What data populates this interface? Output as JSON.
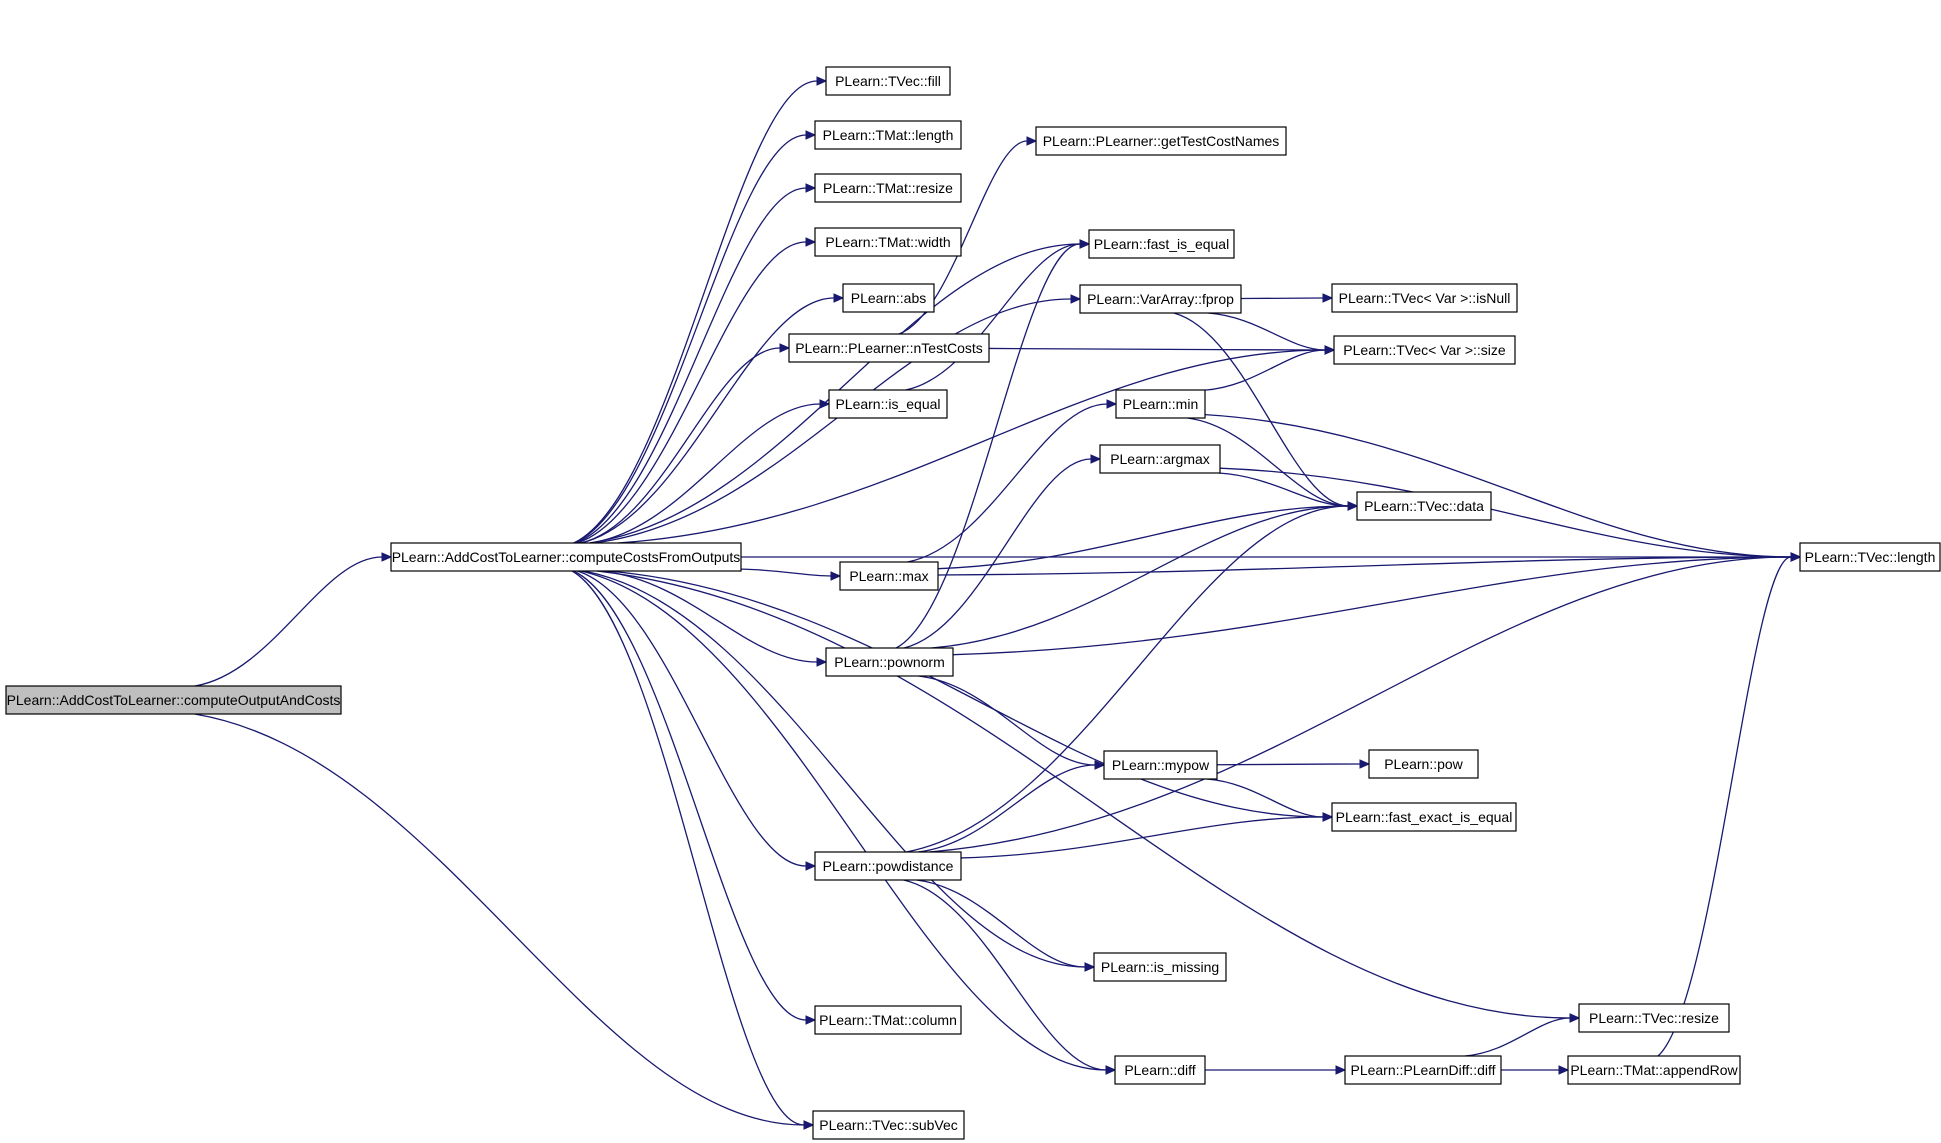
{
  "nodes": [
    {
      "id": "root",
      "label": "PLearn::AddCostToLearner::computeOutputAndCosts",
      "root": true
    },
    {
      "id": "ccfo",
      "label": "PLearn::AddCostToLearner::computeCostsFromOutputs"
    },
    {
      "id": "fill",
      "label": "PLearn::TVec::fill"
    },
    {
      "id": "tmat_length",
      "label": "PLearn::TMat::length"
    },
    {
      "id": "tmat_resize",
      "label": "PLearn::TMat::resize"
    },
    {
      "id": "tmat_width",
      "label": "PLearn::TMat::width"
    },
    {
      "id": "abs",
      "label": "PLearn::abs"
    },
    {
      "id": "ntestcosts",
      "label": "PLearn::PLearner::nTestCosts"
    },
    {
      "id": "is_equal",
      "label": "PLearn::is_equal"
    },
    {
      "id": "max",
      "label": "PLearn::max"
    },
    {
      "id": "pownorm",
      "label": "PLearn::pownorm"
    },
    {
      "id": "powdistance",
      "label": "PLearn::powdistance"
    },
    {
      "id": "column",
      "label": "PLearn::TMat::column"
    },
    {
      "id": "subvec",
      "label": "PLearn::TVec::subVec"
    },
    {
      "id": "gettestcostnames",
      "label": "PLearn::PLearner::getTestCostNames"
    },
    {
      "id": "fast_is_equal",
      "label": "PLearn::fast_is_equal"
    },
    {
      "id": "fprop",
      "label": "PLearn::VarArray::fprop"
    },
    {
      "id": "min",
      "label": "PLearn::min"
    },
    {
      "id": "argmax",
      "label": "PLearn::argmax"
    },
    {
      "id": "mypow",
      "label": "PLearn::mypow"
    },
    {
      "id": "is_missing",
      "label": "PLearn::is_missing"
    },
    {
      "id": "diff",
      "label": "PLearn::diff"
    },
    {
      "id": "isnull",
      "label": "PLearn::TVec< Var >::isNull"
    },
    {
      "id": "var_size",
      "label": "PLearn::TVec< Var >::size"
    },
    {
      "id": "tvec_data",
      "label": "PLearn::TVec::data"
    },
    {
      "id": "pow",
      "label": "PLearn::pow"
    },
    {
      "id": "fast_exact_is_equal",
      "label": "PLearn::fast_exact_is_equal"
    },
    {
      "id": "plearndiff",
      "label": "PLearn::PLearnDiff::diff"
    },
    {
      "id": "tvec_resize",
      "label": "PLearn::TVec::resize"
    },
    {
      "id": "appendrow",
      "label": "PLearn::TMat::appendRow"
    },
    {
      "id": "tvec_length",
      "label": "PLearn::TVec::length"
    }
  ],
  "edges": [
    {
      "from": "root",
      "to": "ccfo"
    },
    {
      "from": "root",
      "to": "subvec"
    },
    {
      "from": "ccfo",
      "to": "tvec_length"
    },
    {
      "from": "ccfo",
      "to": "fill"
    },
    {
      "from": "ccfo",
      "to": "tmat_length"
    },
    {
      "from": "ccfo",
      "to": "tmat_resize"
    },
    {
      "from": "ccfo",
      "to": "tmat_width"
    },
    {
      "from": "ccfo",
      "to": "abs"
    },
    {
      "from": "ccfo",
      "to": "ntestcosts"
    },
    {
      "from": "ccfo",
      "to": "is_equal"
    },
    {
      "from": "ccfo",
      "to": "fast_is_equal"
    },
    {
      "from": "ccfo",
      "to": "fprop"
    },
    {
      "from": "ccfo",
      "to": "var_size"
    },
    {
      "from": "ccfo",
      "to": "max"
    },
    {
      "from": "ccfo",
      "to": "pownorm"
    },
    {
      "from": "ccfo",
      "to": "fast_exact_is_equal"
    },
    {
      "from": "ccfo",
      "to": "powdistance"
    },
    {
      "from": "ccfo",
      "to": "is_missing"
    },
    {
      "from": "ccfo",
      "to": "tvec_resize"
    },
    {
      "from": "ccfo",
      "to": "column"
    },
    {
      "from": "ccfo",
      "to": "diff"
    },
    {
      "from": "ccfo",
      "to": "subvec"
    },
    {
      "from": "ntestcosts",
      "to": "gettestcostnames"
    },
    {
      "from": "ntestcosts",
      "to": "var_size"
    },
    {
      "from": "is_equal",
      "to": "fast_is_equal"
    },
    {
      "from": "fprop",
      "to": "isnull"
    },
    {
      "from": "fprop",
      "to": "var_size"
    },
    {
      "from": "fprop",
      "to": "tvec_data"
    },
    {
      "from": "min",
      "to": "var_size"
    },
    {
      "from": "min",
      "to": "tvec_data"
    },
    {
      "from": "min",
      "to": "tvec_length"
    },
    {
      "from": "argmax",
      "to": "tvec_data"
    },
    {
      "from": "argmax",
      "to": "tvec_length"
    },
    {
      "from": "max",
      "to": "min"
    },
    {
      "from": "max",
      "to": "tvec_data"
    },
    {
      "from": "max",
      "to": "tvec_length"
    },
    {
      "from": "pownorm",
      "to": "argmax"
    },
    {
      "from": "pownorm",
      "to": "tvec_data"
    },
    {
      "from": "pownorm",
      "to": "tvec_length"
    },
    {
      "from": "pownorm",
      "to": "mypow"
    },
    {
      "from": "pownorm",
      "to": "fast_is_equal"
    },
    {
      "from": "mypow",
      "to": "pow"
    },
    {
      "from": "mypow",
      "to": "fast_exact_is_equal"
    },
    {
      "from": "powdistance",
      "to": "mypow"
    },
    {
      "from": "powdistance",
      "to": "fast_exact_is_equal"
    },
    {
      "from": "powdistance",
      "to": "tvec_data"
    },
    {
      "from": "powdistance",
      "to": "tvec_length"
    },
    {
      "from": "powdistance",
      "to": "is_missing"
    },
    {
      "from": "powdistance",
      "to": "diff"
    },
    {
      "from": "diff",
      "to": "plearndiff"
    },
    {
      "from": "plearndiff",
      "to": "tvec_resize"
    },
    {
      "from": "plearndiff",
      "to": "appendrow"
    },
    {
      "from": "appendrow",
      "to": "tvec_length"
    }
  ]
}
